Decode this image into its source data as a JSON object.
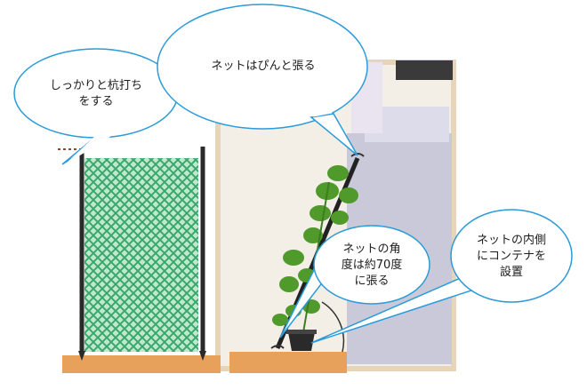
{
  "callouts": {
    "stake": "しっかりと杭打ち\nをする",
    "tension": "ネットはぴんと張る",
    "angle": "ネットの角\n度は約70度\nに張る",
    "container": "ネットの内側\nにコンテナを\n設置"
  },
  "colors": {
    "ground": "#e8a15a",
    "net": "#3aa86a",
    "callout_border": "#2b9bd9",
    "wall": "#c9c9d9",
    "wall_top": "#3a3a3a",
    "room_frame": "#e6d5b8",
    "leaf": "#4f9a2a"
  }
}
